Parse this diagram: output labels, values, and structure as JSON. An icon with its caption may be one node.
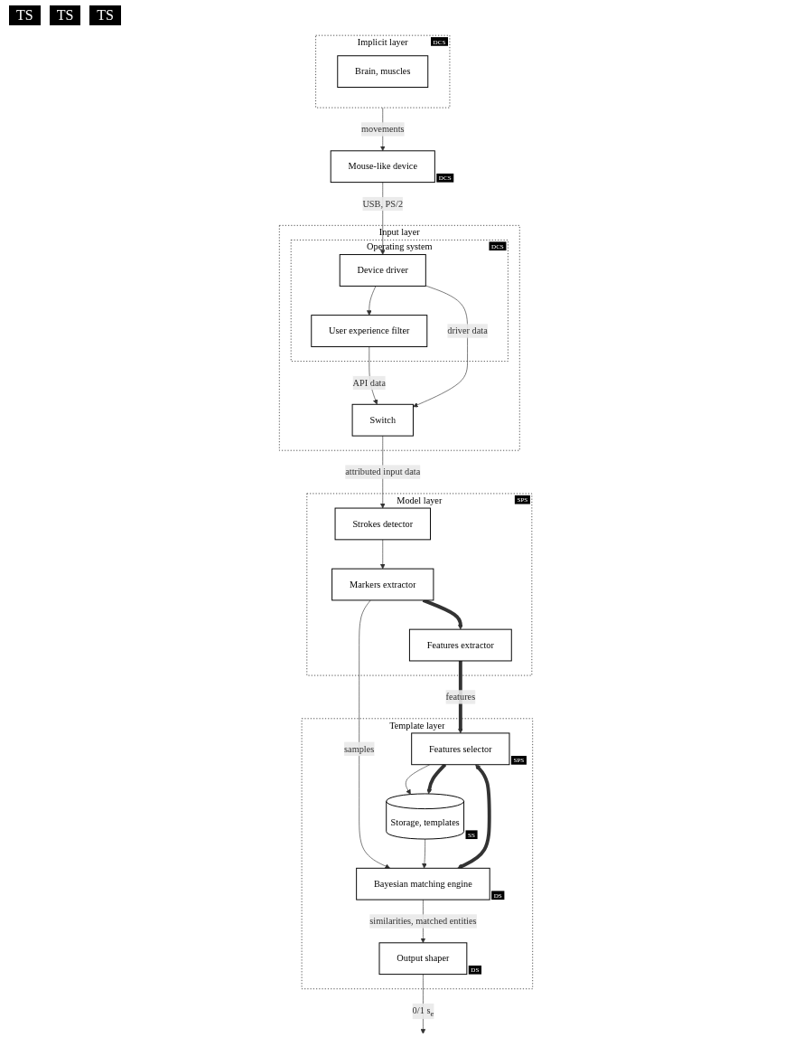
{
  "diagram": {
    "nodes": [
      {
        "text": [
          "Implicit layer"
        ],
        "beside": [
          "DCS"
        ]
      },
      {
        "text": [
          "Brain, muscles"
        ],
        "in": 0
      },
      {
        "text": [
          "Mouse-like device"
        ],
        "beside": [
          "DCS"
        ]
      },
      {
        "text": [
          "Input layer"
        ]
      },
      {
        "text": [
          "Operating system"
        ],
        "in": 3,
        "beside": [
          "DCS"
        ]
      },
      {
        "text": [
          "Switch"
        ],
        "in": 3
      },
      {
        "text": [
          "User experience filter"
        ],
        "in": 4
      },
      {
        "text": [
          "Device driver"
        ],
        "in": 4
      },
      {
        "text": [
          "Model layer"
        ],
        "beside": [
          "SPS"
        ]
      },
      {
        "text": [
          "Strokes detector"
        ],
        "in": 8
      },
      {
        "text": [
          "Markers extractor"
        ],
        "in": 8
      },
      {
        "text": [
          "Features extractor"
        ],
        "in": 8
      },
      {
        "text": [
          "Template layer"
        ]
      },
      {
        "text": [
          "Output shaper"
        ],
        "in": 12,
        "beside": [
          "DS"
        ]
      },
      {
        "text": [
          "Bayesian matching engine"
        ],
        "in": 12,
        "beside": [
          "DS"
        ]
      },
      {
        "text": [
          "Features selector"
        ],
        "in": 12,
        "beside": [
          "SPS"
        ]
      },
      {
        "text": [
          "Storage, templates"
        ],
        "in": 12,
        "beside": [
          "SS"
        ]
      }
    ],
    "edges": [
      {
        "from": 0,
        "to": 2,
        "arrow": "to",
        "label": "movements"
      },
      {
        "from": 2,
        "to": 7,
        "arrow": "to",
        "label": "USB, PS/2"
      },
      {
        "from": 7,
        "to": 6,
        "arrow": "to"
      },
      {
        "from": 6,
        "to": 5,
        "arrow": "to",
        "label": "API data"
      },
      {
        "from": 7,
        "to": 5,
        "arrow": "to",
        "label": "driver data"
      },
      {
        "from": 5,
        "to": 9,
        "arrow": "to",
        "label": "attributed input data"
      },
      {
        "from": 9,
        "to": 10,
        "arrow": "to"
      },
      {
        "from": 10,
        "to": 11,
        "arrow": "to",
        "style": "thick"
      },
      {
        "from": 10,
        "to": 14,
        "arrow": "to",
        "label": "samples"
      },
      {
        "from": 11,
        "to": 15,
        "arrow": "to",
        "label": "features",
        "style": "thick"
      },
      {
        "from": 14,
        "to": 15,
        "arrow": "both",
        "style": "thick"
      },
      {
        "from": 15,
        "to": 16,
        "arrow": "to"
      },
      {
        "from": 15,
        "to": 16,
        "arrow": "to",
        "style": "thick"
      },
      {
        "from": 16,
        "to": 14,
        "arrow": "to"
      },
      {
        "from": 14,
        "to": 13,
        "arrow": "to",
        "label": "similarities, matched entities"
      },
      {
        "from": 13,
        "to": null,
        "arrow": "to",
        "label": "0/1 s$_{e}$"
      }
    ],
    "labels": [
      "TS",
      "TS",
      "TS"
    ]
  }
}
